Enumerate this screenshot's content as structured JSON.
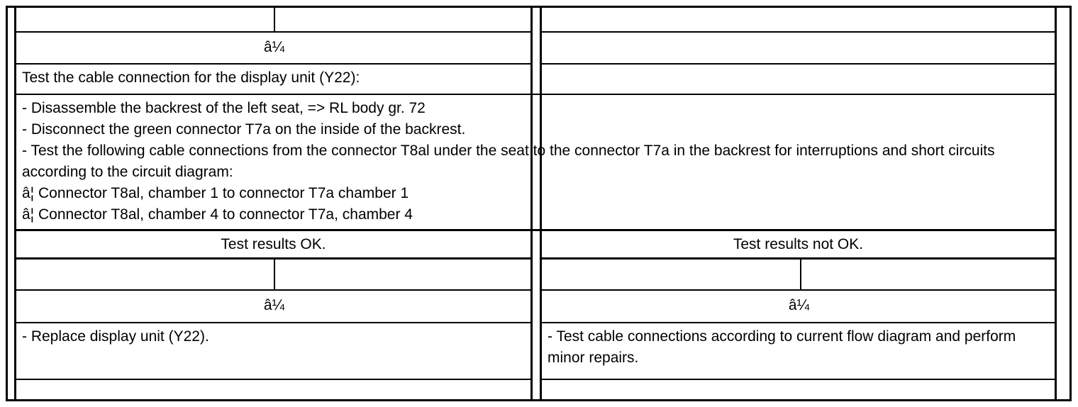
{
  "document": {
    "type": "diagnostic-flowchart-table",
    "rows": {
      "top_blank": "",
      "top_arrow": "â¼",
      "section_title": "Test the cable connection for the display unit (Y22):",
      "instructions": "- Disassemble the backrest of the left seat, => RL body gr. 72\n- Disconnect the green connector T7a on the inside of the backrest.\n- Test the following cable connections from the connector T8al under the seat to the connector T7a in the backrest for interruptions and short circuits according to the circuit diagram:\nâ¦ Connector T8al, chamber 1 to connector T7a chamber 1\nâ¦ Connector T8al, chamber 4 to connector T7a, chamber 4",
      "result_ok_header": "Test results OK.",
      "result_not_ok_header": "Test results not OK.",
      "ok_blank": "",
      "not_ok_blank": "",
      "ok_arrow": "â¼",
      "not_ok_arrow": "â¼",
      "ok_action": "- Replace display unit (Y22).",
      "not_ok_action": "- Test cable connections according to current flow diagram and perform minor repairs.",
      "bottom_blank_left": "",
      "bottom_blank_right": ""
    },
    "colors": {
      "border": "#000000",
      "text": "#000000",
      "background": "#ffffff"
    }
  }
}
